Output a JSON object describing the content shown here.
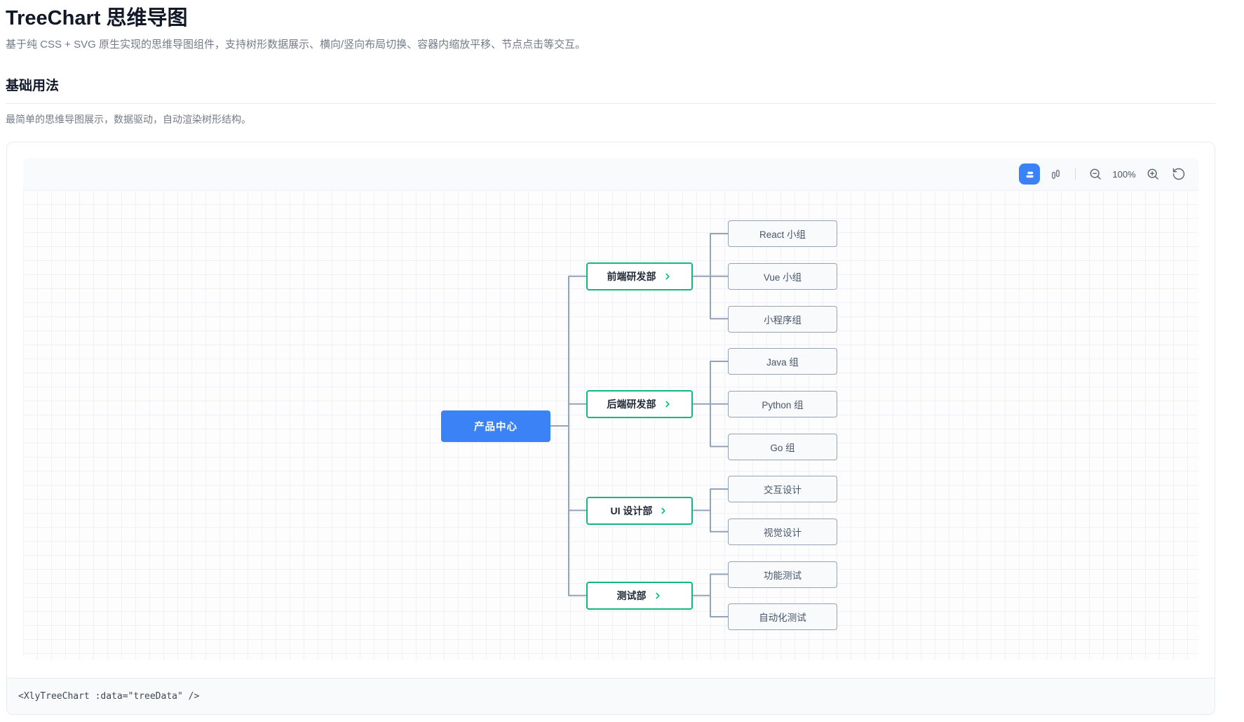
{
  "header": {
    "title": "TreeChart 思维导图",
    "subtitle": "基于纯 CSS + SVG 原生实现的思维导图组件，支持树形数据展示、横向/竖向布局切换、容器内缩放平移、节点点击等交互。"
  },
  "section": {
    "heading": "基础用法",
    "description": "最简单的思维导图展示，数据驱动，自动渲染树形结构。"
  },
  "toolbar": {
    "layout_buttons": [
      {
        "label": "horizontal-layout",
        "active": true
      },
      {
        "label": "vertical-layout",
        "active": false
      }
    ],
    "zoom_level": "100%",
    "icons": [
      "horizontal-layout-icon",
      "vertical-layout-icon",
      "zoom-out-icon",
      "zoom-in-icon",
      "reset-icon"
    ]
  },
  "chart_data": {
    "type": "tree",
    "orientation": "horizontal",
    "tree": {
      "label": "产品中心",
      "children": [
        {
          "label": "前端研发部",
          "children": [
            {
              "label": "React 小组"
            },
            {
              "label": "Vue 小组"
            },
            {
              "label": "小程序组"
            }
          ]
        },
        {
          "label": "后端研发部",
          "children": [
            {
              "label": "Java 组"
            },
            {
              "label": "Python 组"
            },
            {
              "label": "Go 组"
            }
          ]
        },
        {
          "label": "UI 设计部",
          "children": [
            {
              "label": "交互设计"
            },
            {
              "label": "视觉设计"
            }
          ]
        },
        {
          "label": "测试部",
          "children": [
            {
              "label": "功能测试"
            },
            {
              "label": "自动化测试"
            }
          ]
        }
      ]
    }
  },
  "code": {
    "snippet": "<XlyTreeChart :data=\"treeData\" />"
  },
  "colors": {
    "accent": "#3b82f6",
    "root_bg": "#3b82f6",
    "branch_border": "#10b981",
    "connector": "#94a3b8",
    "leaf_bg": "#f8fafc",
    "leaf_border": "#94a3b8",
    "grid_line": "#eef1f5",
    "toolbar_bg": "#f8fafc"
  }
}
